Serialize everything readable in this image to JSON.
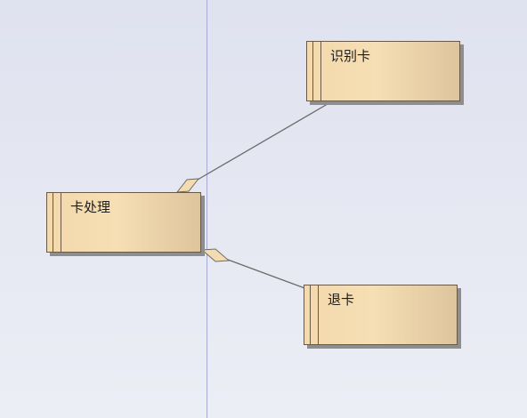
{
  "diagram": {
    "nodes": [
      {
        "id": "card-processing",
        "label": "卡处理"
      },
      {
        "id": "identify-card",
        "label": "识别卡"
      },
      {
        "id": "return-card",
        "label": "退卡"
      }
    ],
    "edges": [
      {
        "from": "card-processing",
        "to": "identify-card",
        "source_end": "aggregation-diamond"
      },
      {
        "from": "card-processing",
        "to": "return-card",
        "source_end": "aggregation-diamond"
      }
    ]
  }
}
